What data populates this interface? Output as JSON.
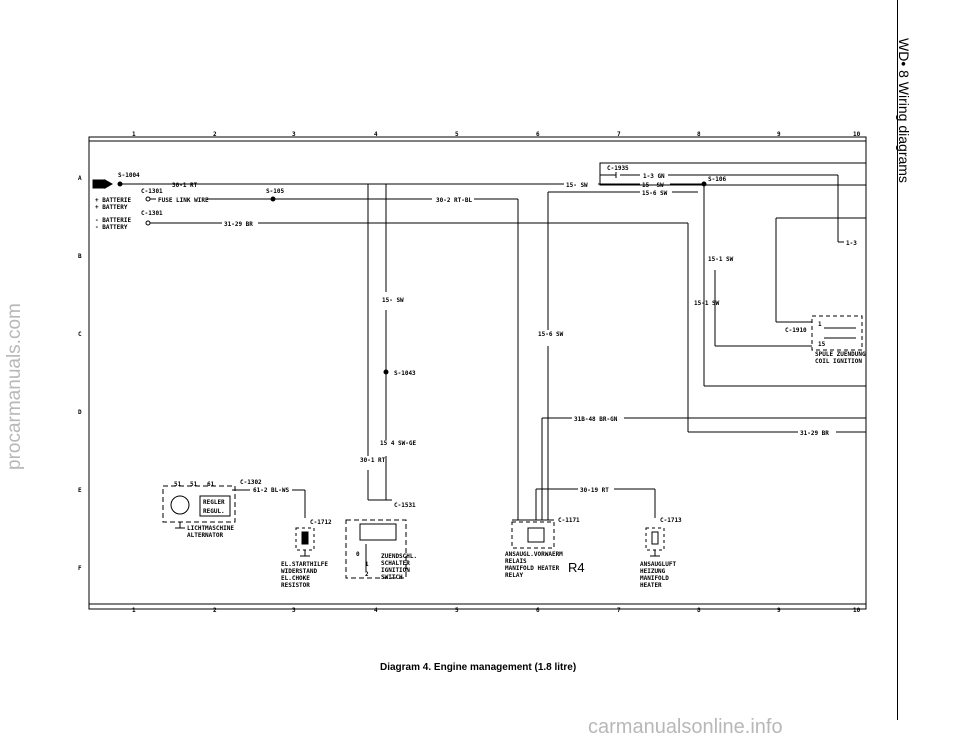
{
  "header": "WD• 8  Wiring diagrams",
  "caption": "Diagram 4. Engine management (1.8 litre)",
  "watermark_left": "procarmanuals.com",
  "watermark_bottom": "carmanualsonline.info",
  "grid_cols": [
    "1",
    "2",
    "3",
    "4",
    "5",
    "6",
    "7",
    "8",
    "9",
    "10"
  ],
  "grid_rows": [
    "A",
    "B",
    "C",
    "D",
    "E",
    "F"
  ],
  "battery_plus": [
    "+ BATTERIE",
    "+ BATTERY"
  ],
  "battery_minus": [
    "- BATTERIE",
    "- BATTERY"
  ],
  "fuse_link": "FUSE LINK WIRE",
  "alternator": [
    "LICHTMASCHINE",
    "ALTERNATOR"
  ],
  "regulator": [
    "REGLER",
    "REGUL."
  ],
  "alt_terminals": [
    "51",
    "51",
    "61"
  ],
  "choke_resistor": [
    "EL.STARTHILFE",
    "WIDERSTAND",
    "EL.CHOKE",
    "RESISTOR"
  ],
  "ignition_switch": [
    "ZUENDSCHL.",
    "SCHALTER",
    "IGNITION",
    "SWITCH"
  ],
  "switch_positions": [
    "0",
    "1",
    "2"
  ],
  "manifold_relay": [
    "ANSAUGL.VORWAERM",
    "RELAIS",
    "MANIFOLD HEATER",
    "RELAY"
  ],
  "manifold_heater": [
    "ANSAUGLUFT",
    "HEIZUNG",
    "MANIFOLD",
    "HEATER"
  ],
  "coil": [
    "SPULE ZUENDUNG",
    "COIL IGNITION"
  ],
  "relay_id": "R4",
  "connectors": {
    "s1004": "S-1004",
    "c1301a": "C-1301",
    "c1301b": "C-1301",
    "s105": "S-105",
    "c1935": "C-1935",
    "s106": "S-106",
    "c1910": "C-1910",
    "s1043": "S-1043",
    "c1302": "C-1302",
    "c1712": "C-1712",
    "c1531": "C-1531",
    "c1171": "C-1171",
    "c1713": "C-1713"
  },
  "wires": {
    "w30_1rt": "30-1 RT",
    "w30_2rtbl": "30-2 RT-BL",
    "w31_29br": "31-29 BR",
    "w15sw": "15- SW",
    "w1_3gn": "1-3 GN",
    "w15sw_b": "15- SW",
    "w15_6sw": "15-6 SW",
    "w1_3": "1-3",
    "w15_1sw_a": "15-1 SW",
    "w15_1sw_b": "15-1 SW",
    "w15sw_v": "15- SW",
    "w15_6sw_v": "15-6 SW",
    "w15_4": "15 4 SW-GE",
    "w30_1rt_v": "30-1 RT",
    "w31b_48": "31B-48 BR-GN",
    "w31_29br_r": "31-29 BR",
    "w30_19rt": "30-19 RT",
    "w61_2blws": "61-2 BL-WS",
    "coil_t1": "1",
    "coil_t15": "15"
  }
}
